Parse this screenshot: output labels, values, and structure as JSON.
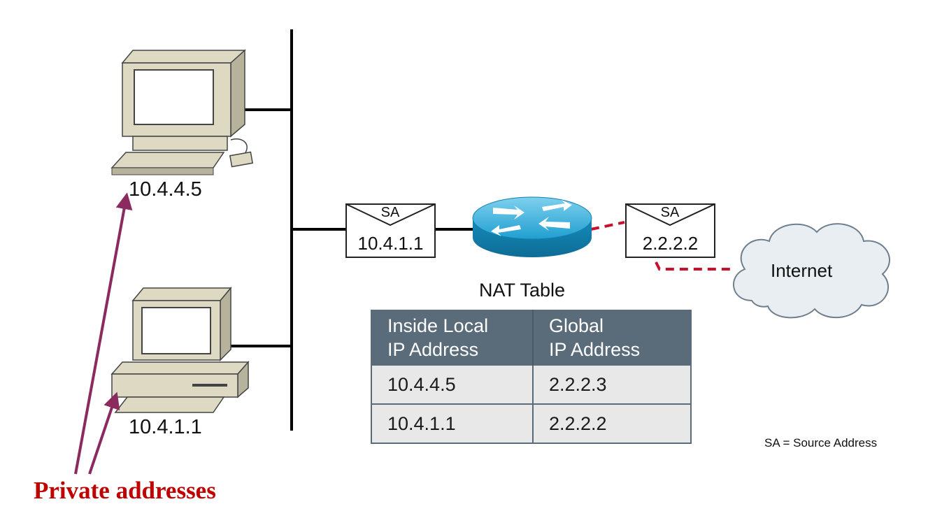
{
  "hosts": [
    {
      "ip": "10.4.4.5"
    },
    {
      "ip": "10.4.1.1"
    }
  ],
  "packets": {
    "inside": {
      "sa": "SA",
      "ip": "10.4.1.1"
    },
    "outside": {
      "sa": "SA",
      "ip": "2.2.2.2"
    }
  },
  "cloud": {
    "label": "Internet"
  },
  "nat_table": {
    "title": "NAT Table",
    "headers": [
      "Inside Local IP Address",
      "Global IP Address"
    ],
    "header_lines": [
      [
        "Inside Local",
        "IP Address"
      ],
      [
        "Global",
        "IP Address"
      ]
    ],
    "rows": [
      [
        "10.4.4.5",
        "2.2.2.3"
      ],
      [
        "10.4.1.1",
        "2.2.2.2"
      ]
    ]
  },
  "legend": "SA = Source Address",
  "annotation": "Private addresses",
  "colors": {
    "annotation_text": "#c00000",
    "annotation_arrow": "#8b2a5e",
    "table_header": "#5a6b79",
    "table_cell": "#e8e8e8",
    "router": "#2aa6d6",
    "wan_link": "#c8102e"
  }
}
